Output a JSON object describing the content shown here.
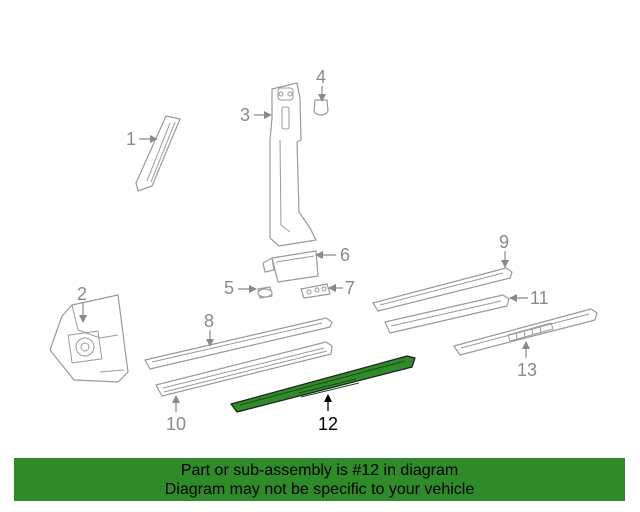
{
  "diagram": {
    "callouts": [
      "1",
      "2",
      "3",
      "4",
      "5",
      "6",
      "7",
      "8",
      "9",
      "10",
      "11",
      "12",
      "13"
    ],
    "highlight_color": "#2f8a2a",
    "highlighted_part": "12"
  },
  "banner": {
    "line1": "Part or sub-assembly is #12 in diagram",
    "line2": "Diagram may not be specific to your vehicle"
  }
}
